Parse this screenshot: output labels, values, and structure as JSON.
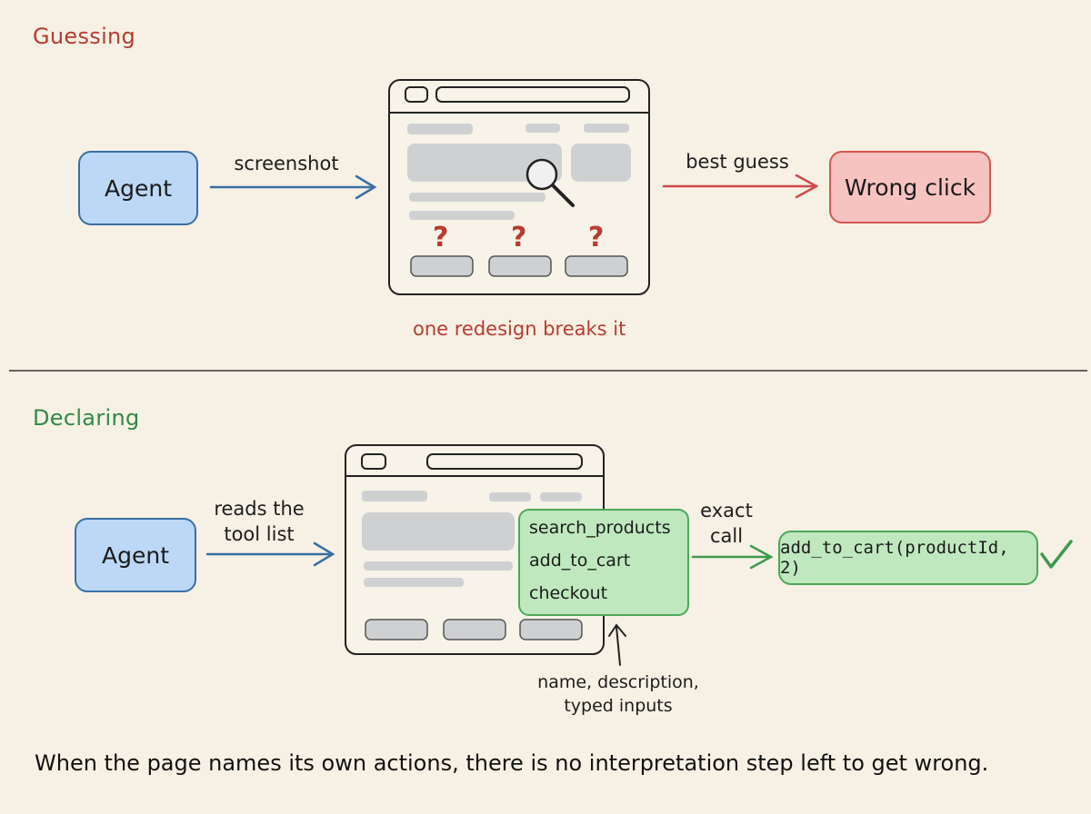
{
  "top": {
    "title": "Guessing",
    "agent_label": "Agent",
    "edge_screenshot": "screenshot",
    "edge_best_guess": "best guess",
    "result_label": "Wrong click",
    "question_marks": [
      "?",
      "?",
      "?"
    ],
    "caption": "one redesign breaks it"
  },
  "bottom": {
    "title": "Declaring",
    "agent_label": "Agent",
    "edge_reads": "reads the tool list",
    "edge_reads_line1": "reads the",
    "edge_reads_line2": "tool list",
    "tools": [
      "search_products",
      "add_to_cart",
      "checkout"
    ],
    "edge_exact_line1": "exact",
    "edge_exact_line2": "call",
    "call_label": "add_to_cart(productId, 2)",
    "note_line1": "name, description,",
    "note_line2": "typed inputs"
  },
  "footer": "When the page names its own actions, there is no interpretation step left to get wrong.",
  "colors": {
    "background": "#f6f1e4",
    "agent_fill": "#bcd8f6",
    "wrong_fill": "#f7c3c0",
    "tool_fill": "#bfe8be",
    "red": "#b83b32",
    "green": "#2f8a45",
    "blue": "#3a6ea5"
  },
  "icons": [
    "magnifier-icon",
    "check-mark-icon"
  ]
}
